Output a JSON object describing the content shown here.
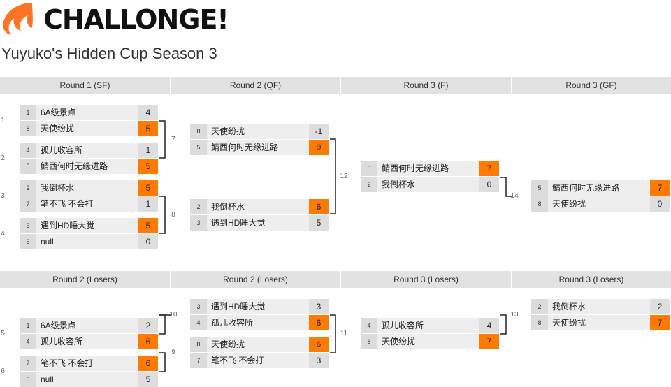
{
  "logo": {
    "wordmark": "CHALLONGE!",
    "icon": "challonge-flame-icon",
    "brand_color": "#ff7324"
  },
  "tournament": {
    "title": "Yuyuko's Hidden Cup Season 3"
  },
  "colors": {
    "win_score_bg": "#ff7a00",
    "header_bg": "#e2e2e2",
    "row_bg": "#eeeeee"
  },
  "winners": {
    "headers": [
      "Round 1 (SF)",
      "Round 2 (QF)",
      "Round 3 (F)",
      "Round 3 (GF)"
    ],
    "matches": [
      {
        "id": "1",
        "p": [
          {
            "seed": "1",
            "name": "6A级景点",
            "score": "4",
            "win": false
          },
          {
            "seed": "8",
            "name": "天使纷扰",
            "score": "5",
            "win": true
          }
        ]
      },
      {
        "id": "2",
        "p": [
          {
            "seed": "4",
            "name": "孤儿收容所",
            "score": "1",
            "win": false
          },
          {
            "seed": "5",
            "name": "鲭西何时无缘进路",
            "score": "5",
            "win": true
          }
        ]
      },
      {
        "id": "3",
        "p": [
          {
            "seed": "2",
            "name": "我倒杯水",
            "score": "5",
            "win": true
          },
          {
            "seed": "7",
            "name": "笔不飞 不会打",
            "score": "1",
            "win": false
          }
        ]
      },
      {
        "id": "4",
        "p": [
          {
            "seed": "3",
            "name": "遇到HD睡大觉",
            "score": "5",
            "win": true
          },
          {
            "seed": "6",
            "name": "null",
            "score": "0",
            "win": false
          }
        ]
      },
      {
        "id": "7",
        "p": [
          {
            "seed": "8",
            "name": "天使纷扰",
            "score": "-1",
            "win": false
          },
          {
            "seed": "5",
            "name": "鲭西何时无缘进路",
            "score": "0",
            "win": true
          }
        ]
      },
      {
        "id": "8",
        "p": [
          {
            "seed": "2",
            "name": "我倒杯水",
            "score": "6",
            "win": true
          },
          {
            "seed": "3",
            "name": "遇到HD睡大觉",
            "score": "5",
            "win": false
          }
        ]
      },
      {
        "id": "12",
        "p": [
          {
            "seed": "5",
            "name": "鲭西何时无缘进路",
            "score": "7",
            "win": true
          },
          {
            "seed": "2",
            "name": "我倒杯水",
            "score": "0",
            "win": false
          }
        ]
      },
      {
        "id": "14",
        "p": [
          {
            "seed": "5",
            "name": "鲭西何时无缘进路",
            "score": "7",
            "win": true
          },
          {
            "seed": "8",
            "name": "天使纷扰",
            "score": "0",
            "win": false
          }
        ]
      }
    ]
  },
  "losers": {
    "headers": [
      "Round 2 (Losers)",
      "Round 2 (Losers)",
      "Round 3 (Losers)",
      "Round 3 (Losers)"
    ],
    "matches": [
      {
        "id": "5",
        "p": [
          {
            "seed": "1",
            "name": "6A级景点",
            "score": "2",
            "win": false
          },
          {
            "seed": "4",
            "name": "孤儿收容所",
            "score": "6",
            "win": true
          }
        ]
      },
      {
        "id": "6",
        "p": [
          {
            "seed": "7",
            "name": "笔不飞 不会打",
            "score": "6",
            "win": true
          },
          {
            "seed": "6",
            "name": "null",
            "score": "5",
            "win": false
          }
        ]
      },
      {
        "id": "10",
        "p": [
          {
            "seed": "3",
            "name": "遇到HD睡大觉",
            "score": "3",
            "win": false
          },
          {
            "seed": "4",
            "name": "孤儿收容所",
            "score": "6",
            "win": true
          }
        ]
      },
      {
        "id": "9",
        "p": [
          {
            "seed": "8",
            "name": "天使纷扰",
            "score": "6",
            "win": true
          },
          {
            "seed": "7",
            "name": "笔不飞 不会打",
            "score": "3",
            "win": false
          }
        ]
      },
      {
        "id": "11",
        "p": [
          {
            "seed": "4",
            "name": "孤儿收容所",
            "score": "4",
            "win": false
          },
          {
            "seed": "8",
            "name": "天使纷扰",
            "score": "7",
            "win": true
          }
        ]
      },
      {
        "id": "13",
        "p": [
          {
            "seed": "2",
            "name": "我倒杯水",
            "score": "2",
            "win": false
          },
          {
            "seed": "8",
            "name": "天使纷扰",
            "score": "7",
            "win": true
          }
        ]
      }
    ]
  }
}
